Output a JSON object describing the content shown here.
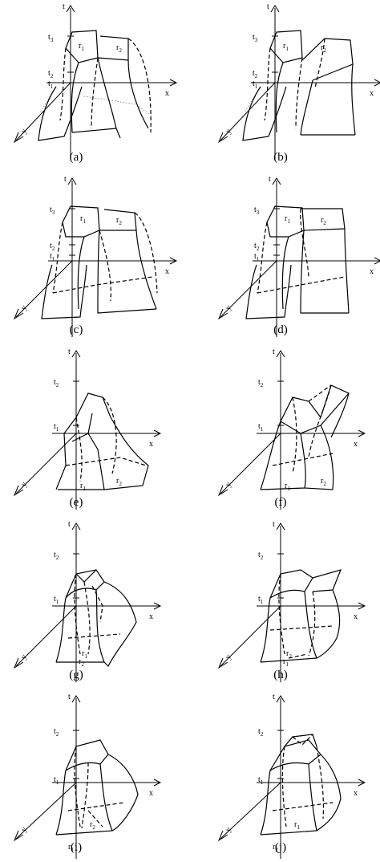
{
  "figure": {
    "axis_labels": {
      "t": "t",
      "x": "x",
      "y": "y"
    },
    "panels": [
      {
        "id": "a",
        "caption": "(a)",
        "ticks": [
          "t3",
          "t2",
          "t1"
        ],
        "regions": [
          "r1",
          "r2"
        ]
      },
      {
        "id": "b",
        "caption": "(b)",
        "ticks": [
          "t3",
          "t2",
          "t1"
        ],
        "regions": [
          "r1",
          "r2"
        ]
      },
      {
        "id": "c",
        "caption": "(c)",
        "ticks": [
          "t3",
          "t2",
          "t1"
        ],
        "regions": [
          "r1",
          "r2"
        ]
      },
      {
        "id": "d",
        "caption": "(d)",
        "ticks": [
          "t3",
          "t2",
          "t1"
        ],
        "regions": [
          "r1",
          "r2"
        ]
      },
      {
        "id": "e",
        "caption": "(e)",
        "ticks": [
          "t2",
          "t1"
        ],
        "regions": [
          "r1",
          "r2"
        ]
      },
      {
        "id": "f",
        "caption": "(f)",
        "ticks": [
          "t2",
          "t1"
        ],
        "regions": [
          "r1",
          "r2"
        ]
      },
      {
        "id": "g",
        "caption": "(g)",
        "ticks": [
          "t2",
          "t1"
        ],
        "regions": [
          "r1",
          "r2"
        ]
      },
      {
        "id": "h",
        "caption": "(h)",
        "ticks": [
          "t2",
          "t1"
        ],
        "regions": [
          "r2",
          "r1"
        ]
      },
      {
        "id": "i",
        "caption": "(i)",
        "ticks": [
          "t2",
          "t1"
        ],
        "regions": [
          "r2",
          "r1"
        ]
      },
      {
        "id": "j",
        "caption": "(j)",
        "ticks": [
          "t2",
          "t1"
        ],
        "regions": [
          "r1",
          "r2"
        ]
      }
    ]
  }
}
